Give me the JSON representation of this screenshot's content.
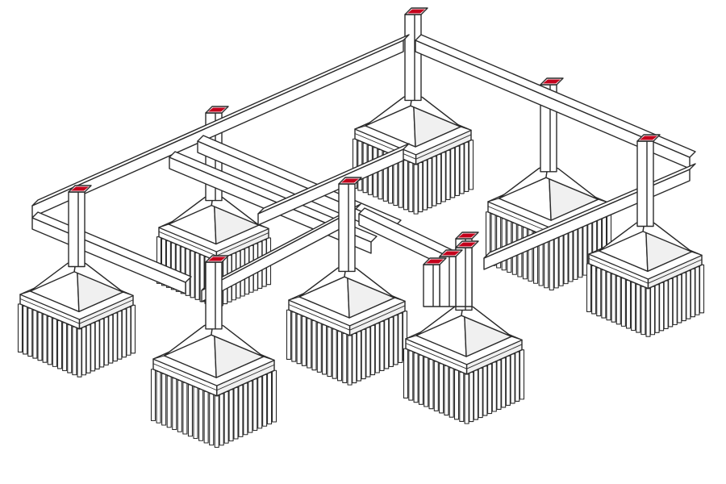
{
  "diagram": {
    "subject": "pile-foundation-frame",
    "footing_count": 8,
    "column_count": 11,
    "colors": {
      "background": "#ffffff",
      "line": "#2a2a2a",
      "fill": "#ffffff",
      "shade": "#f0f0f0",
      "column_top": "#c4001c"
    }
  }
}
